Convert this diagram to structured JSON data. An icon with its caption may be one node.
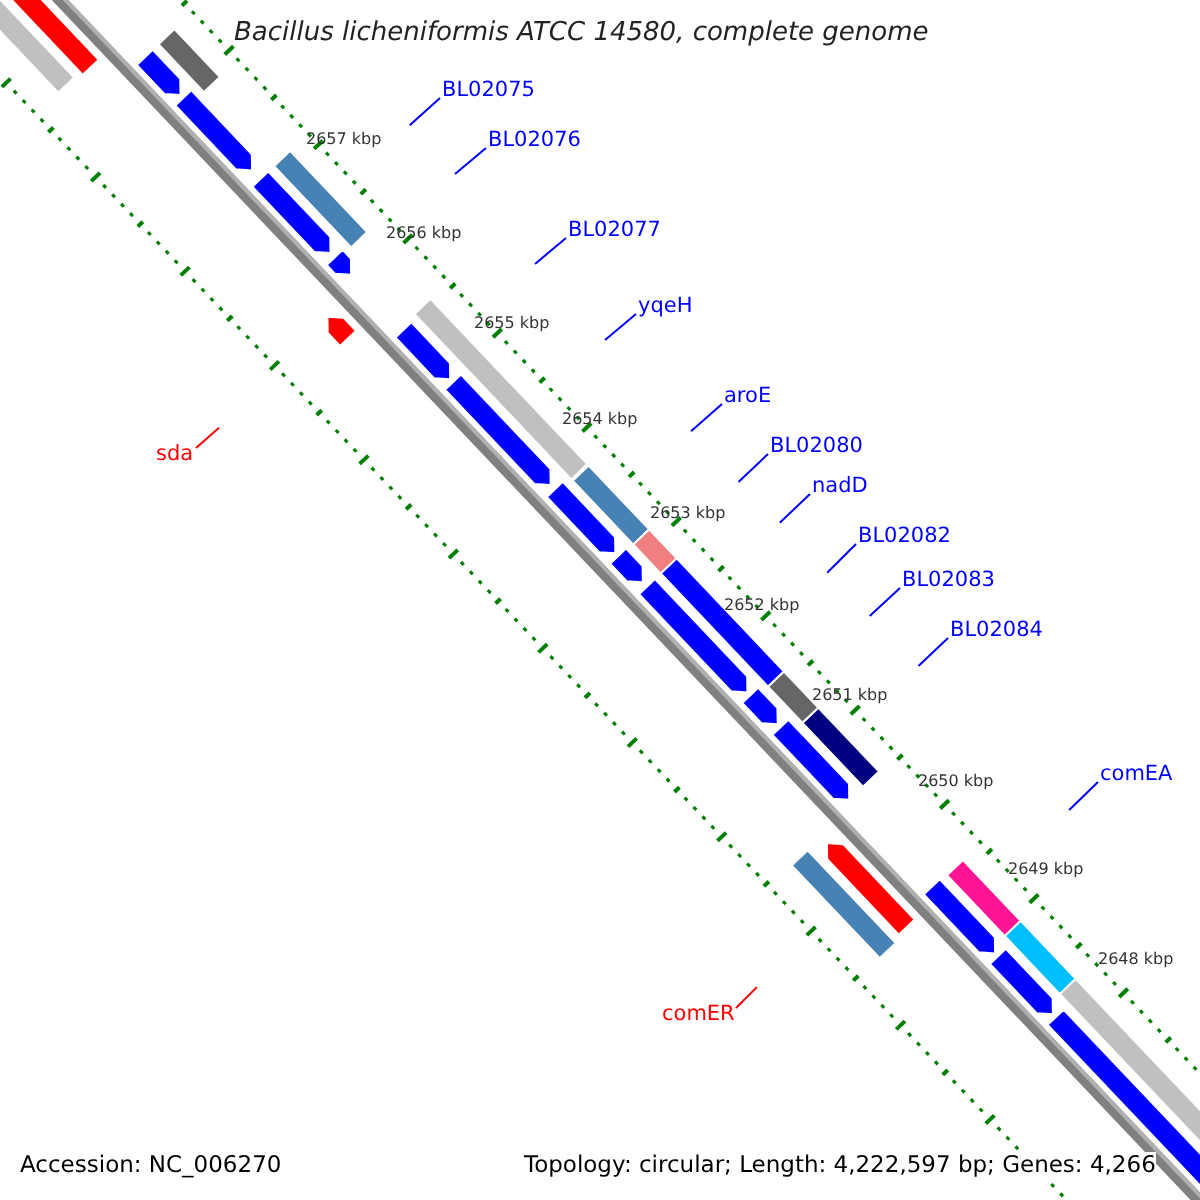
{
  "diagram": {
    "title": "Bacillus licheniformis ATCC 14580, complete genome",
    "nodes": [
      {
        "text": [
          "BL02075"
        ]
      },
      {
        "text": [
          "BL02076"
        ]
      },
      {
        "text": [
          "BL02077"
        ]
      },
      {
        "text": [
          "yqeH"
        ]
      },
      {
        "text": [
          "aroE"
        ]
      },
      {
        "text": [
          "sda"
        ]
      },
      {
        "text": [
          "BL02080"
        ]
      },
      {
        "text": [
          "nadD"
        ]
      },
      {
        "text": [
          "BL02082"
        ]
      },
      {
        "text": [
          "BL02083"
        ]
      },
      {
        "text": [
          "BL02084"
        ]
      },
      {
        "text": [
          "comEA"
        ]
      },
      {
        "text": [
          "comER"
        ]
      }
    ],
    "edges": [
      {
        "from": 0,
        "to": null,
        "arrow": "none"
      },
      {
        "from": 1,
        "to": null,
        "arrow": "none"
      },
      {
        "from": 2,
        "to": null,
        "arrow": "none"
      },
      {
        "from": 3,
        "to": null,
        "arrow": "none"
      },
      {
        "from": 4,
        "to": null,
        "arrow": "none"
      },
      {
        "from": 5,
        "to": null,
        "arrow": "none",
        "color": "#ff0000"
      },
      {
        "from": 6,
        "to": null,
        "arrow": "none"
      },
      {
        "from": 7,
        "to": null,
        "arrow": "none"
      },
      {
        "from": 8,
        "to": null,
        "arrow": "none"
      },
      {
        "from": 9,
        "to": null,
        "arrow": "none"
      },
      {
        "from": 10,
        "to": null,
        "arrow": "none"
      },
      {
        "from": 11,
        "to": null,
        "arrow": "none"
      },
      {
        "from": 12,
        "to": null,
        "arrow": "none",
        "color": "#ff0000"
      }
    ],
    "labels": [
      "2657 kbp",
      "2656 kbp",
      "2655 kbp",
      "2654 kbp",
      "2653 kbp",
      "2652 kbp",
      "2651 kbp",
      "2650 kbp",
      "2649 kbp",
      "2648 kbp",
      "Accession: NC_006270",
      "Topology: circular; Length: 4,222,597 bp; Genes: 4,266"
    ]
  }
}
